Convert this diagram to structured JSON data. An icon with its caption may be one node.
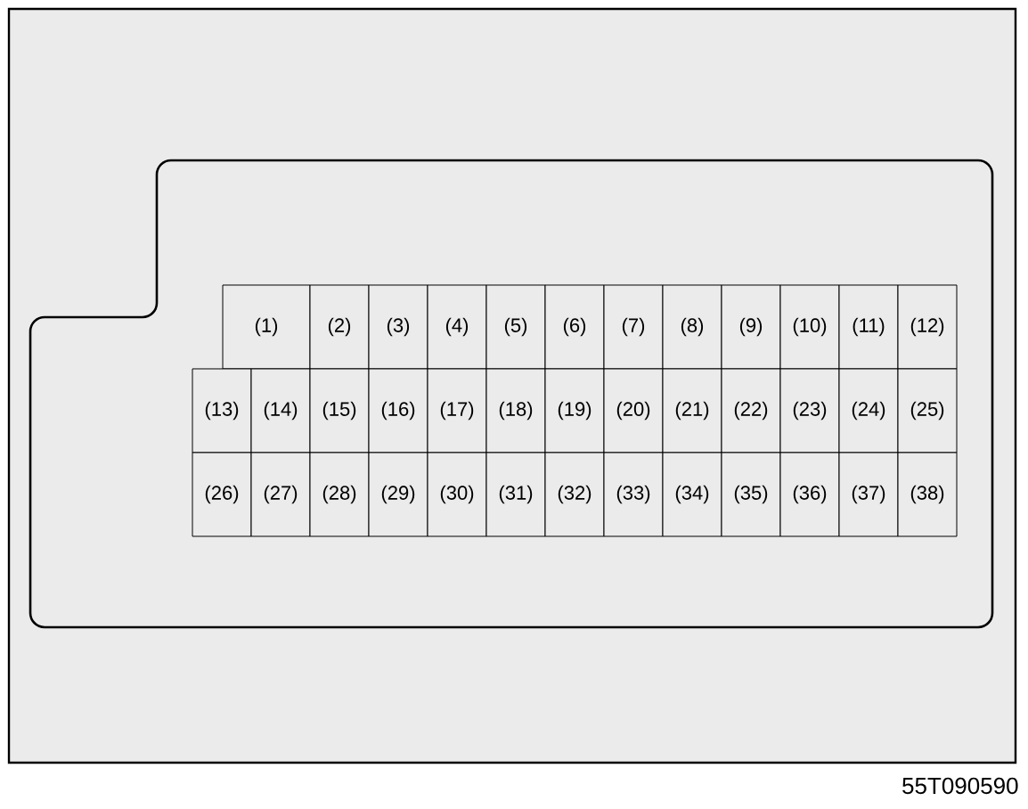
{
  "diagram": {
    "nodes": [
      {
        "text": [],
        "shape": "box"
      },
      {
        "text": [
          "(1)"
        ],
        "in": 0
      },
      {
        "text": [
          "(2)"
        ],
        "in": 0
      },
      {
        "text": [
          "(3)"
        ],
        "in": 0
      },
      {
        "text": [
          "(4)"
        ],
        "in": 0
      },
      {
        "text": [
          "(5)"
        ],
        "in": 0
      },
      {
        "text": [
          "(6)"
        ],
        "in": 0
      },
      {
        "text": [
          "(7)"
        ],
        "in": 0
      },
      {
        "text": [
          "(8)"
        ],
        "in": 0
      },
      {
        "text": [
          "(9)"
        ],
        "in": 0
      },
      {
        "text": [
          "(10)"
        ],
        "in": 0
      },
      {
        "text": [
          "(11)"
        ],
        "in": 0
      },
      {
        "text": [
          "(12)"
        ],
        "in": 0
      },
      {
        "text": [
          "(13)"
        ],
        "in": 0
      },
      {
        "text": [
          "(14)"
        ],
        "in": 0
      },
      {
        "text": [
          "(15)"
        ],
        "in": 0
      },
      {
        "text": [
          "(16)"
        ],
        "in": 0
      },
      {
        "text": [
          "(17)"
        ],
        "in": 0
      },
      {
        "text": [
          "(18)"
        ],
        "in": 0
      },
      {
        "text": [
          "(19)"
        ],
        "in": 0
      },
      {
        "text": [
          "(20)"
        ],
        "in": 0
      },
      {
        "text": [
          "(21)"
        ],
        "in": 0
      },
      {
        "text": [
          "(22)"
        ],
        "in": 0
      },
      {
        "text": [
          "(23)"
        ],
        "in": 0
      },
      {
        "text": [
          "(24)"
        ],
        "in": 0
      },
      {
        "text": [
          "(25)"
        ],
        "in": 0
      },
      {
        "text": [
          "(26)"
        ],
        "in": 0
      },
      {
        "text": [
          "(27)"
        ],
        "in": 0
      },
      {
        "text": [
          "(28)"
        ],
        "in": 0
      },
      {
        "text": [
          "(29)"
        ],
        "in": 0
      },
      {
        "text": [
          "(30)"
        ],
        "in": 0
      },
      {
        "text": [
          "(31)"
        ],
        "in": 0
      },
      {
        "text": [
          "(32)"
        ],
        "in": 0
      },
      {
        "text": [
          "(33)"
        ],
        "in": 0
      },
      {
        "text": [
          "(34)"
        ],
        "in": 0
      },
      {
        "text": [
          "(35)"
        ],
        "in": 0
      },
      {
        "text": [
          "(36)"
        ],
        "in": 0
      },
      {
        "text": [
          "(37)"
        ],
        "in": 0
      },
      {
        "text": [
          "(38)"
        ],
        "in": 0
      }
    ],
    "labels": [
      "55T090590"
    ]
  }
}
